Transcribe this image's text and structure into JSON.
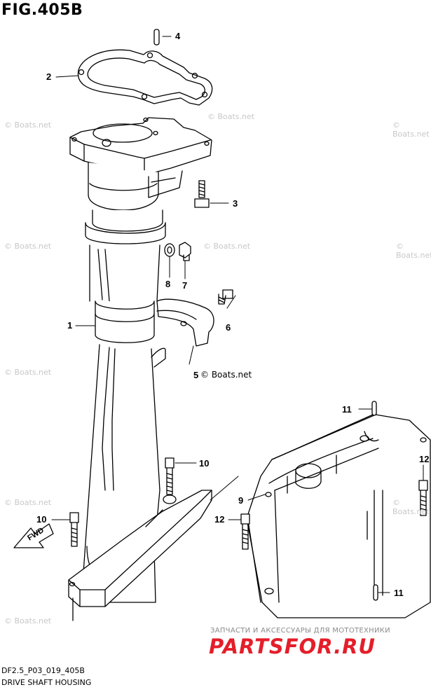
{
  "figure": {
    "title": "FIG.405B",
    "code": "DF2.5_P03_019_405B",
    "caption": "DRIVE SHAFT HOUSING"
  },
  "callouts": {
    "c1": "1",
    "c2": "2",
    "c3": "3",
    "c4": "4",
    "c5": "5",
    "c6": "6",
    "c7": "7",
    "c8": "8",
    "c9": "9",
    "c10a": "10",
    "c10b": "10",
    "c11a": "11",
    "c11b": "11",
    "c12a": "12",
    "c12b": "12"
  },
  "watermark": {
    "text": "© Boats.net",
    "strong_text": "Boats.net"
  },
  "shop": {
    "tagline": "ЗАПЧАСТИ И АКСЕССУАРЫ ДЛЯ МОТОТЕХНИКИ",
    "logo": "PARTSFOR.RU"
  },
  "colors": {
    "line": "#000000",
    "watermark": "#c8c8c8",
    "logo": "#e41e2a"
  }
}
